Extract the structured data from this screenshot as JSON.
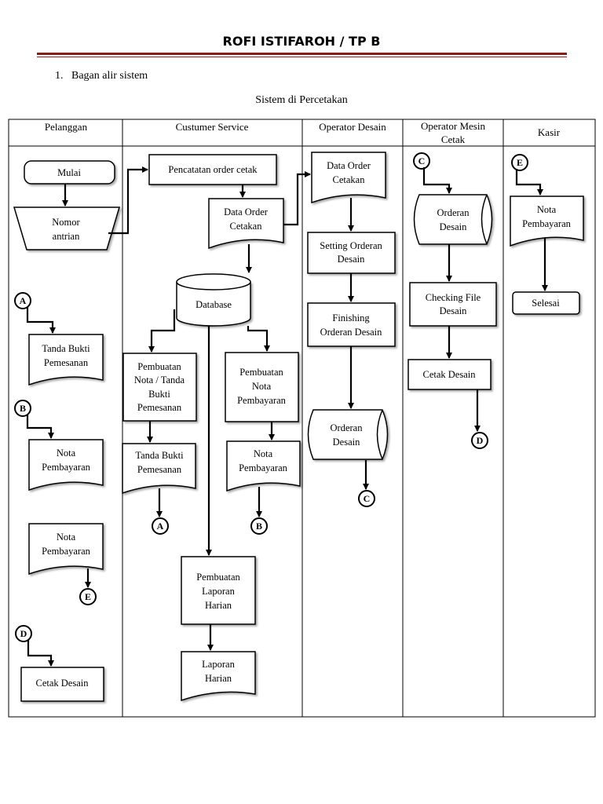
{
  "header": {
    "title": "ROFI ISTIFAROH / TP B",
    "heading_number": "1.",
    "heading_text": "Bagan alir sistem",
    "caption": "Sistem di Percetakan"
  },
  "lanes": {
    "pelanggan": "Pelanggan",
    "cs": "Custumer Service",
    "operator_desain": "Operator Desain",
    "operator_mesin_1": "Operator Mesin",
    "operator_mesin_2": "Cetak",
    "kasir": "Kasir"
  },
  "pelanggan": {
    "mulai": "Mulai",
    "nomor_1": "Nomor",
    "nomor_2": "antrian",
    "tanda_1": "Tanda Bukti",
    "tanda_2": "Pemesanan",
    "nota1_1": "Nota",
    "nota1_2": "Pembayaran",
    "nota2_1": "Nota",
    "nota2_2": "Pembayaran",
    "cetak": "Cetak Desain"
  },
  "cs": {
    "pencatatan": "Pencatatan order cetak",
    "data_order_1": "Data Order",
    "data_order_2": "Cetakan",
    "database": "Database",
    "pembuatan_nota_tanda_1": "Pembuatan",
    "pembuatan_nota_tanda_2": "Nota / Tanda",
    "pembuatan_nota_tanda_3": "Bukti",
    "pembuatan_nota_tanda_4": "Pemesanan",
    "pembuatan_nota_bayar_1": "Pembuatan",
    "pembuatan_nota_bayar_2": "Nota",
    "pembuatan_nota_bayar_3": "Pembayaran",
    "tanda_1": "Tanda Bukti",
    "tanda_2": "Pemesanan",
    "nota_1": "Nota",
    "nota_2": "Pembayaran",
    "laporan_proc_1": "Pembuatan",
    "laporan_proc_2": "Laporan",
    "laporan_proc_3": "Harian",
    "laporan_doc_1": "Laporan",
    "laporan_doc_2": "Harian"
  },
  "operator_desain": {
    "data_order_1": "Data Order",
    "data_order_2": "Cetakan",
    "setting_1": "Setting Orderan",
    "setting_2": "Desain",
    "finishing_1": "Finishing",
    "finishing_2": "Orderan Desain",
    "orderan_1": "Orderan",
    "orderan_2": "Desain"
  },
  "operator_mesin": {
    "orderan_1": "Orderan",
    "orderan_2": "Desain",
    "checking_1": "Checking File",
    "checking_2": "Desain",
    "cetak": "Cetak Desain"
  },
  "kasir": {
    "nota_1": "Nota",
    "nota_2": "Pembayaran",
    "selesai": "Selesai"
  },
  "connectors": {
    "a": "A",
    "b": "B",
    "c": "C",
    "d": "D",
    "e": "E"
  }
}
